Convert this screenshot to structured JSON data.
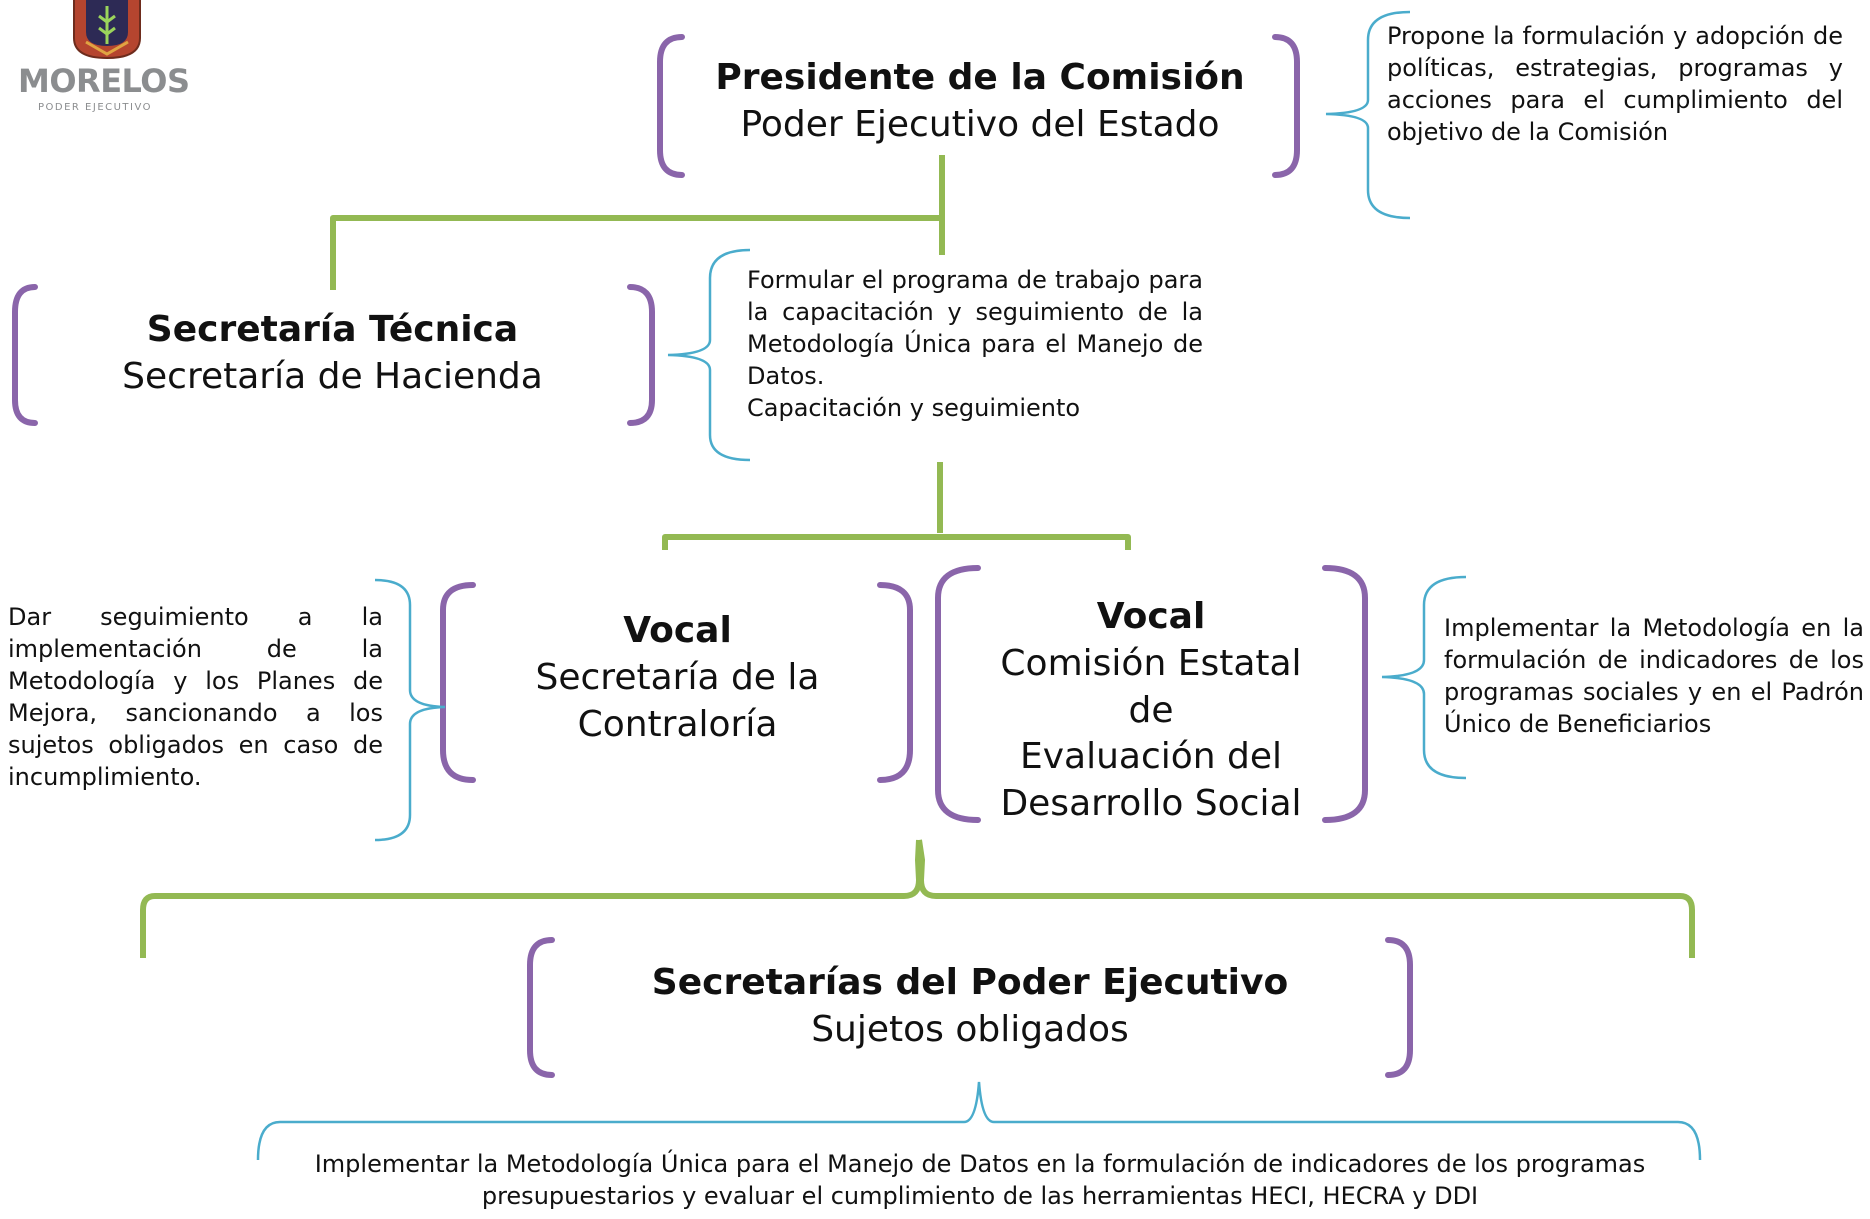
{
  "logo": {
    "word": "MORELOS",
    "sub": "PODER EJECUTIVO"
  },
  "colors": {
    "bracket_purple": "#8a65aa",
    "connector_green": "#93b953",
    "brace_blue": "#4aaccc"
  },
  "nodes": {
    "presidente": {
      "title": "Presidente de la Comisión",
      "lines": [
        "Poder Ejecutivo del Estado"
      ]
    },
    "tecnica": {
      "title": "Secretaría Técnica",
      "lines": [
        "Secretaría de Hacienda"
      ]
    },
    "vocal_contraloria": {
      "title": "Vocal",
      "lines": [
        "Secretaría de la",
        "Contraloría"
      ]
    },
    "vocal_coneval": {
      "title": "Vocal",
      "lines": [
        "Comisión Estatal de",
        "Evaluación del",
        "Desarrollo Social"
      ]
    },
    "secretarias": {
      "title": "Secretarías del Poder Ejecutivo",
      "lines": [
        "Sujetos obligados"
      ]
    }
  },
  "descriptions": {
    "presidente": "Propone la formulación y adopción de políticas, estrategias, programas y acciones para el cumplimiento del objetivo de la Comisión",
    "tecnica_1": "Formular el programa de trabajo para la capacitación y seguimiento de la Metodología Única para el Manejo de Datos.",
    "tecnica_2": "Capacitación y seguimiento",
    "contraloria": "Dar seguimiento a la implementación de la Metodología y los Planes de Mejora, sancionando a los sujetos obligados en caso de incumplimiento.",
    "coneval": "Implementar la Metodología en la formulación de indicadores de los programas sociales y en el Padrón Único de Beneficiarios",
    "secretarias": "Implementar la Metodología Única para el Manejo de Datos en la formulación de indicadores de los programas presupuestarios y evaluar el cumplimiento de las herramientas HECI, HECRA y DDI"
  }
}
